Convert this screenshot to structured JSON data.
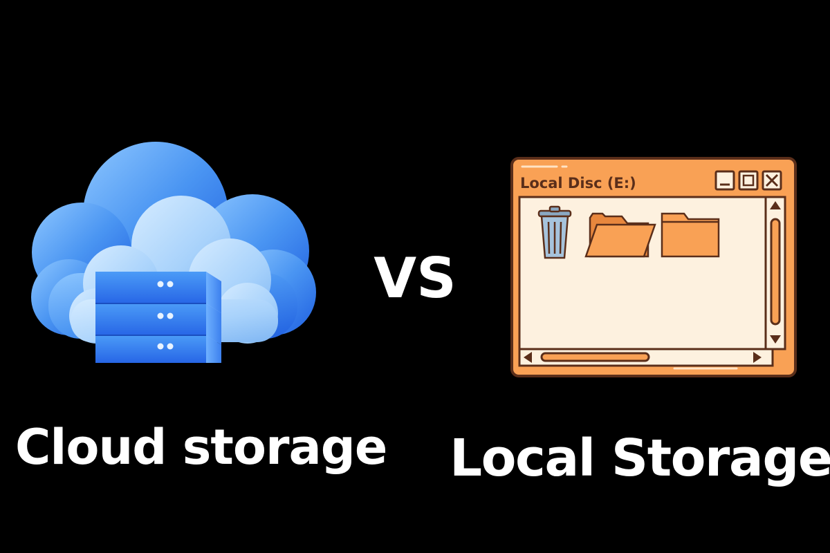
{
  "left_caption": "Cloud storage",
  "center_label": "VS",
  "right_caption": "Local Storage",
  "window": {
    "title": "Local Disc (E:)"
  },
  "icons": {
    "cloud": "cloud-server-icon",
    "trash": "trash-can-icon",
    "open_folder": "open-folder-icon",
    "closed_folder": "closed-folder-icon"
  },
  "colors": {
    "background": "#000000",
    "text": "#ffffff",
    "cloud_blue": "#3f8ef0",
    "window_orange": "#f9a155",
    "window_outline": "#5a2e1a",
    "window_body": "#fdf1df"
  }
}
